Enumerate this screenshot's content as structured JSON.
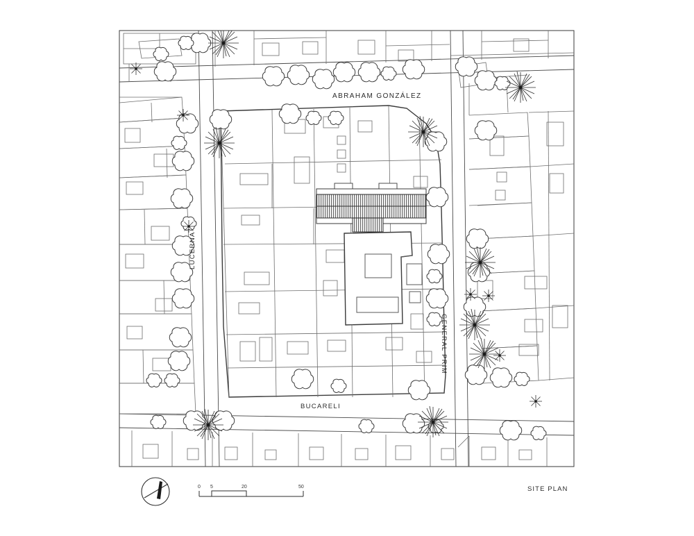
{
  "drawing": {
    "title": "SITE PLAN",
    "type": "architectural-site-plan",
    "streets": {
      "north": "ABRAHAM  GONZÁLEZ",
      "south": "BUCARELI",
      "west": "LUCERNA",
      "east": "GENERAL  PRIM"
    },
    "scale_bar": {
      "ticks": [
        "0",
        "5",
        "20",
        "50"
      ],
      "unit_implied": "meters"
    },
    "north_arrow": {
      "name": "north-arrow",
      "needle_angle_deg": -22
    },
    "symbols": {
      "tree": "tree-canopy-symbol",
      "lamp": "starburst-palm-symbol",
      "building": "building-footprint",
      "hatch": "louvered-roof-hatch"
    },
    "colors": {
      "line": "#3a3a3a",
      "thin_line": "#6d6d6d",
      "background": "#ffffff",
      "hatch": "#2e2e2e"
    }
  }
}
